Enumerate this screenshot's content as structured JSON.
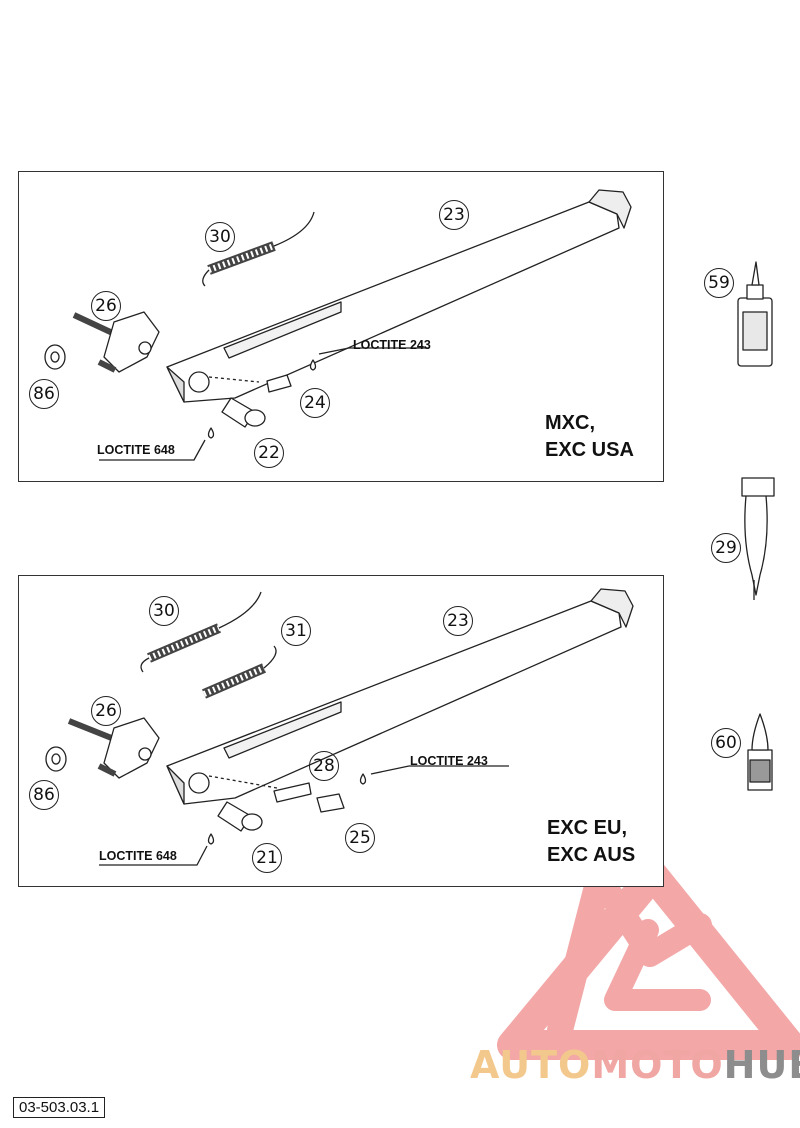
{
  "diagram_code": "03-503.03.1",
  "top_panel": {
    "variant_lines": [
      "MXC,",
      "EXC USA"
    ],
    "loctite_a": "LOCTITE 243",
    "loctite_b": "LOCTITE 648",
    "callouts": [
      "23",
      "30",
      "26",
      "86",
      "24",
      "22"
    ]
  },
  "bottom_panel": {
    "variant_lines": [
      "EXC EU,",
      "EXC AUS"
    ],
    "loctite_a": "LOCTITE 243",
    "loctite_b": "LOCTITE 648",
    "callouts": [
      "30",
      "31",
      "23",
      "26",
      "28",
      "86",
      "25",
      "21"
    ]
  },
  "side_parts": {
    "callouts": [
      "59",
      "29",
      "60"
    ]
  },
  "watermark": {
    "part1": "AUTO",
    "part2": "MOTO",
    "part3": "HUB",
    "colors": {
      "auto": "#f3c88d",
      "moto": "#f0a7a4",
      "hub": "#8d8d8d",
      "logo": "#ef7f7f"
    }
  }
}
